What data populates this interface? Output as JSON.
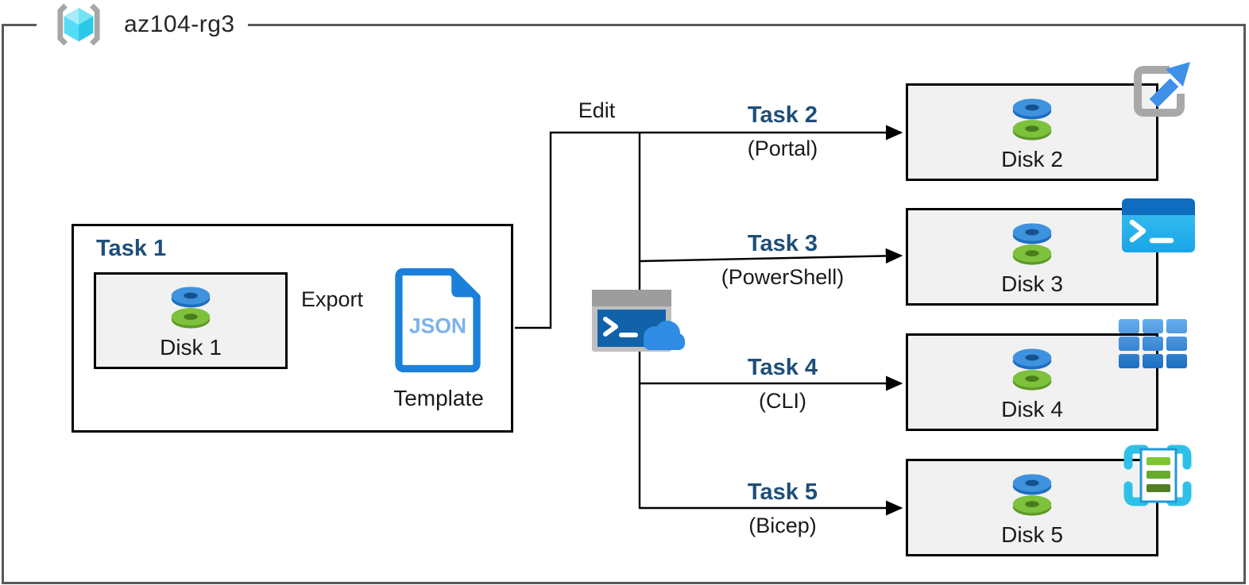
{
  "header": {
    "title": "az104-rg3"
  },
  "colors": {
    "accent_navy": "#1f4e79",
    "frame_border": "#595959",
    "card_fill": "#f1f1f1",
    "azure_blue": "#2e8ae0",
    "disk_blue": "#3f92de",
    "disk_green": "#7dc13c"
  },
  "task1": {
    "title": "Task 1",
    "disk_label": "Disk 1",
    "export_label": "Export",
    "json_text": "JSON",
    "template_label": "Template"
  },
  "edit_label": "Edit",
  "branches": [
    {
      "task": "Task 2",
      "method": "(Portal)",
      "disk": "Disk 2",
      "icon": "portal-icon"
    },
    {
      "task": "Task 3",
      "method": "(PowerShell)",
      "disk": "Disk 3",
      "icon": "powershell-icon"
    },
    {
      "task": "Task 4",
      "method": "(CLI)",
      "disk": "Disk 4",
      "icon": "cli-icon"
    },
    {
      "task": "Task 5",
      "method": "(Bicep)",
      "disk": "Disk 5",
      "icon": "bicep-icon"
    }
  ],
  "icons": {
    "resource_group": "resource-group-icon",
    "disk": "disk-icon",
    "json_template": "json-file-icon",
    "cloud_shell": "cloud-shell-icon",
    "portal": "portal-icon",
    "powershell": "powershell-icon",
    "cli": "cli-icon",
    "bicep": "bicep-icon"
  }
}
